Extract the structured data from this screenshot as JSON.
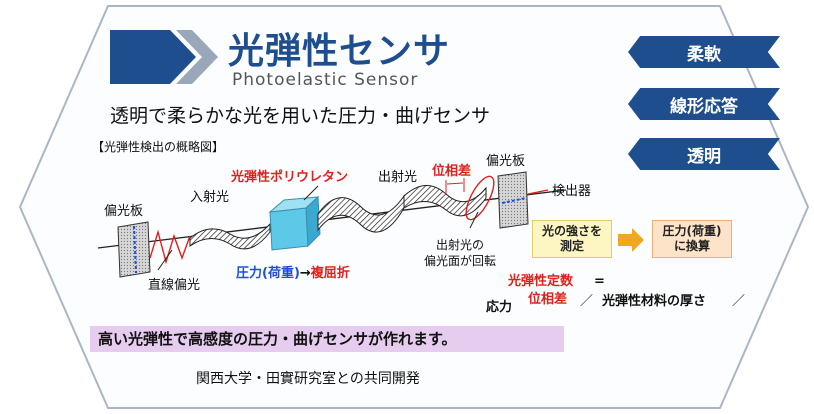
{
  "header": {
    "title_ja": "光弾性センサ",
    "title_en": "Photoelastic Sensor",
    "subtitle": "透明で柔らかな光を用いた圧力・曲げセンサ"
  },
  "tags": [
    "柔軟",
    "線形応答",
    "透明"
  ],
  "diagram": {
    "caption": "【光弾性検出の概略図】",
    "labels": {
      "polarizer_left": "偏光板",
      "polarizer_right": "偏光板",
      "incident_light": "入射光",
      "linear_polarization": "直線偏光",
      "polyurethane": "光弾性ポリウレタン",
      "emitted_light": "出射光",
      "phase_difference": "位相差",
      "detector": "検出器",
      "pressure_birefringence_head": "圧力(荷重)",
      "pressure_birefringence_arrow": "→",
      "pressure_birefringence_tail": "複屈折",
      "rotation_line1": "出射光の",
      "rotation_line2": "偏光面が回転"
    },
    "measure_box_line1": "光の強さを",
    "measure_box_line2": "測定",
    "convert_box_line1": "圧力(荷重)",
    "convert_box_line2": "に換算"
  },
  "formula": {
    "lhs": "光弾性定数",
    "equals": "=",
    "numerator": "位相差",
    "slash1": "／",
    "thickness": "光弾性材料の厚さ",
    "slash2": "／",
    "stress": "応力"
  },
  "banner": "高い光弾性で高感度の圧力・曲げセンサが作れます。",
  "footer": "関西大学・田實研究室との共同開発",
  "colors": {
    "navy": "#1f4e8f",
    "red": "#e0201b",
    "blue_text": "#1d4fd8",
    "banner_bg": "#e6ccef",
    "yellow_box": "#fdf6c3",
    "orange_box": "#fde3c7",
    "cube": "#5ec8e8"
  }
}
